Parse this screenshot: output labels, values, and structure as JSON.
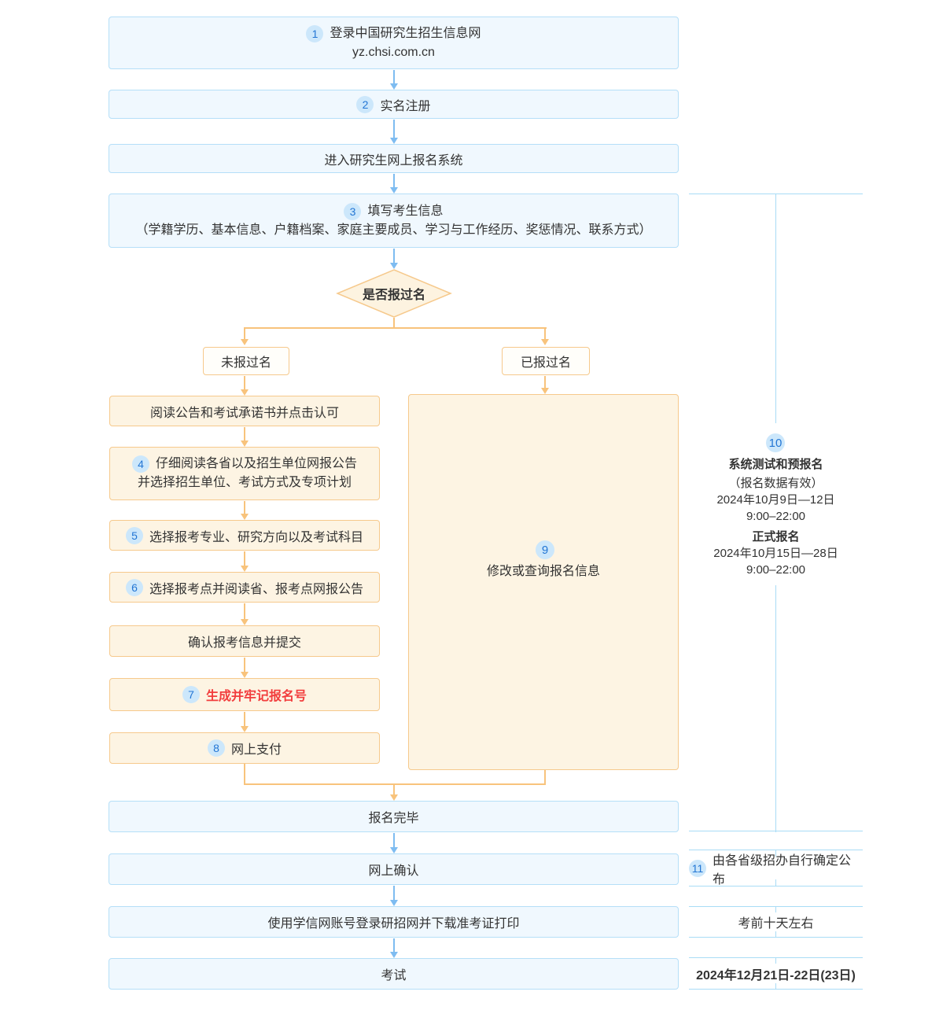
{
  "colors": {
    "blue_fill": "#f0f8fe",
    "blue_border": "#b5dff8",
    "blue_arrow": "#7ebcf1",
    "orange_fill": "#fdf4e3",
    "orange_border": "#f6c98c",
    "orange_arrow": "#f8c37c",
    "badge_bg": "#cce7fb",
    "badge_text": "#2376d4",
    "text": "#333333",
    "highlight_red": "#f23d3d",
    "bracket_line": "#a9dcf6"
  },
  "flow": {
    "step1": {
      "badge": "1",
      "line1": "登录中国研究生招生信息网",
      "line2": "yz.chsi.com.cn"
    },
    "step2": {
      "badge": "2",
      "label": "实名注册"
    },
    "enter_system": {
      "label": "进入研究生网上报名系统"
    },
    "step3": {
      "badge": "3",
      "title": "填写考生信息",
      "detail": "（学籍学历、基本信息、户籍档案、家庭主要成员、学习与工作经历、奖惩情况、联系方式）"
    },
    "decision": {
      "label": "是否报过名"
    },
    "branch_no": {
      "label": "未报过名"
    },
    "branch_yes": {
      "label": "已报过名"
    },
    "read_notice": {
      "label": "阅读公告和考试承诺书并点击认可"
    },
    "step4": {
      "badge": "4",
      "line1": "仔细阅读各省以及招生单位网报公告",
      "line2": "并选择招生单位、考试方式及专项计划"
    },
    "step5": {
      "badge": "5",
      "label": "选择报考专业、研究方向以及考试科目"
    },
    "step6": {
      "badge": "6",
      "label": "选择报考点并阅读省、报考点网报公告"
    },
    "confirm_submit": {
      "label": "确认报考信息并提交"
    },
    "step7": {
      "badge": "7",
      "label": "生成并牢记报名号"
    },
    "step8": {
      "badge": "8",
      "label": "网上支付"
    },
    "step9": {
      "badge": "9",
      "label": "修改或查询报名信息"
    },
    "finish": {
      "label": "报名完毕"
    },
    "online_confirm": {
      "label": "网上确认"
    },
    "download_ticket": {
      "label": "使用学信网账号登录研招网并下载准考证打印"
    },
    "exam": {
      "label": "考试"
    }
  },
  "timeline": {
    "registration": {
      "badge": "10",
      "phase1_title": "系统测试和预报名",
      "phase1_note": "（报名数据有效）",
      "phase1_date": "2024年10月9日—12日",
      "phase1_time": "9:00–22:00",
      "phase2_title": "正式报名",
      "phase2_date": "2024年10月15日—28日",
      "phase2_time": "9:00–22:00"
    },
    "confirm_note": {
      "badge": "11",
      "label": "由各省级招办自行确定公布"
    },
    "ticket_note": {
      "label": "考前十天左右"
    },
    "exam_date": {
      "label": "2024年12月21日-22日(23日)"
    }
  }
}
